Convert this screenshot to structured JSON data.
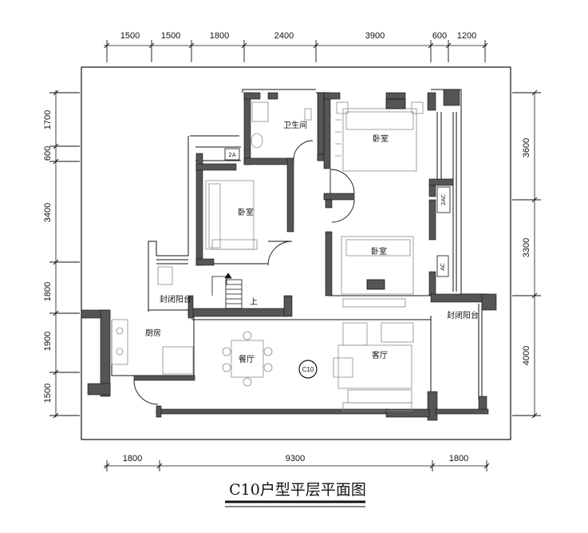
{
  "title": "C10户型平层平面图",
  "unit_tag": "C10",
  "up_label": "上",
  "dimensions": {
    "top": [
      "1500",
      "1500",
      "1800",
      "2400",
      "3900",
      "600",
      "1200"
    ],
    "bottom": [
      "1800",
      "9300",
      "1800"
    ],
    "left": [
      "1700",
      "600",
      "3400",
      "1800",
      "1900",
      "1500"
    ],
    "right": [
      "3600",
      "3300",
      "4000"
    ]
  },
  "rooms": {
    "bathroom": "卫生间",
    "bedroom_top_right": "卧室",
    "bedroom_left": "卧室",
    "bedroom_right": "卧室",
    "balcony_left": "封闭阳台",
    "balcony_right": "封闭阳台",
    "kitchen": "厨房",
    "dining": "餐厅",
    "living": "客厅"
  },
  "ac_labels": {
    "top": "2A",
    "right_upper": "2AC",
    "right_lower": "AC"
  },
  "colors": {
    "wall_fill": "#555555",
    "line": "#111111",
    "furniture": "#8a8a8a",
    "background": "#ffffff"
  }
}
